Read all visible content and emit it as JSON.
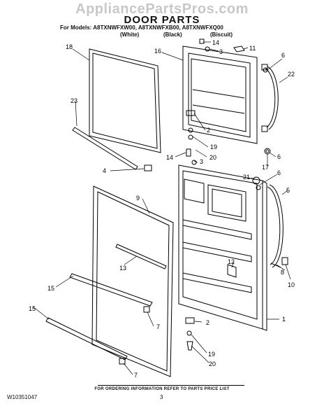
{
  "watermark": "AppliancePartsPros.com",
  "header": {
    "title": "DOOR PARTS",
    "models": "For Models: A8TXNWFXW00, A8TXNWFXB00, A8TXNWFXQ00",
    "color_white": "(White)",
    "color_black": "(Black)",
    "color_biscuit": "(Biscuit)"
  },
  "callouts": [
    "18",
    "16",
    "14",
    "3",
    "11",
    "6",
    "22",
    "23",
    "2",
    "19",
    "20",
    "14",
    "3",
    "6",
    "17",
    "4",
    "21",
    "6",
    "5",
    "9",
    "12",
    "13",
    "8",
    "10",
    "15",
    "1",
    "15",
    "7",
    "2",
    "19",
    "20",
    "7"
  ],
  "footer": {
    "note": "FOR ORDERING INFORMATION REFER TO PARTS PRICE LIST",
    "doc_number": "W10351047",
    "page_number": "3"
  }
}
